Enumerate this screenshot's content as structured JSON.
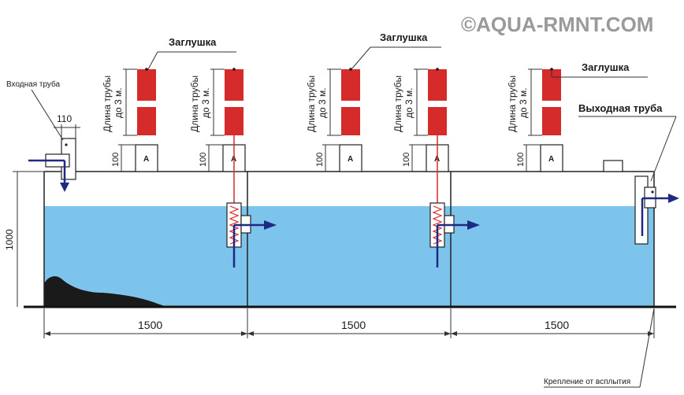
{
  "watermark": "©AQUA-RMNT.COM",
  "labels": {
    "plug": "Заглушка",
    "inlet_pipe": "Входная труба",
    "outlet_pipe": "Выходная труба",
    "anchor": "Крепление от всплытия",
    "pipe_length_1": "Длина трубы",
    "pipe_length_2": "до 3 м.",
    "inspection": "А"
  },
  "dimensions": {
    "inlet_diameter": "110",
    "riser_height": "100",
    "tank_height": "1000",
    "section_length": "1500"
  },
  "colors": {
    "water": "#7cc4ec",
    "pipe_red": "#d62b2b",
    "flow_arrow": "#1e2a82",
    "sludge": "#1a1a1a"
  }
}
